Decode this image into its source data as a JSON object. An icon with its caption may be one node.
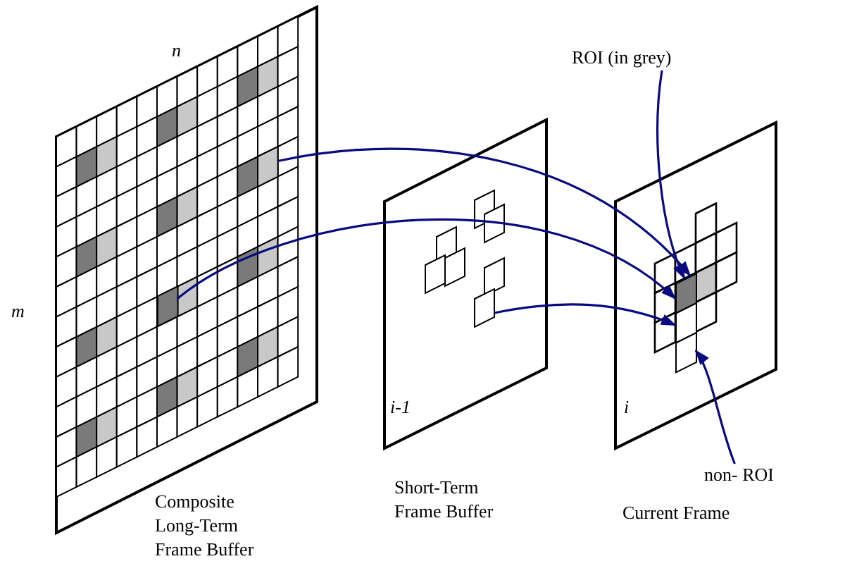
{
  "diagram": {
    "nodes": [
      {
        "text": [],
        "shape": "box",
        "beside": [
          "Composite Long-Term Frame Buffer"
        ]
      },
      {
        "text": [
          "i-1"
        ],
        "beside": [
          "Short-Term Frame Buffer"
        ]
      },
      {
        "text": [
          "i"
        ]
      },
      {
        "text": [],
        "shape": "box",
        "in": 0
      },
      {
        "text": [],
        "shape": "box",
        "in": 0
      },
      {
        "text": [],
        "shape": "box",
        "in": 1
      },
      {
        "text": [],
        "shape": "box",
        "in": 2
      },
      {
        "text": [],
        "shape": "box",
        "in": 2
      },
      {
        "text": [],
        "shape": "box",
        "in": 2
      },
      {
        "text": [
          "ROI (in grey)"
        ]
      },
      {
        "text": [
          "non- ROI"
        ]
      }
    ],
    "edges": [
      {
        "from": 3,
        "to": 6,
        "arrow": "to"
      },
      {
        "from": 4,
        "to": 6,
        "arrow": "to"
      },
      {
        "from": 5,
        "to": 7,
        "arrow": "to"
      },
      {
        "from": 9,
        "to": 6,
        "arrow": "to"
      },
      {
        "from": 10,
        "to": 8,
        "arrow": "to"
      }
    ],
    "labels": [
      "n",
      "m",
      "Current Frame"
    ]
  }
}
